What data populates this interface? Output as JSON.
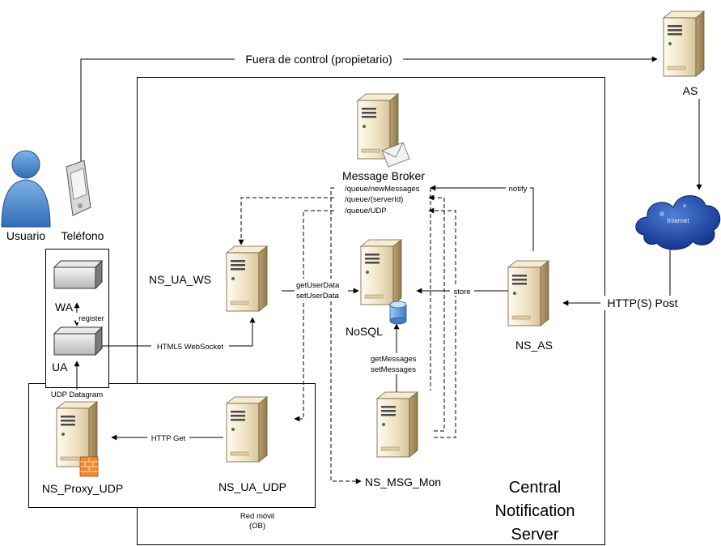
{
  "nodes": {
    "usuario": "Usuario",
    "telefono": "Teléfono",
    "as": "AS",
    "message_broker": "Message Broker",
    "ns_ua_ws": "NS_UA_WS",
    "nosql": "NoSQL",
    "ns_as": "NS_AS",
    "wa": "WA",
    "ua": "UA",
    "ns_proxy_udp": "NS_Proxy_UDP",
    "ns_ua_udp": "NS_UA_UDP",
    "ns_msg_mon": "NS_MSG_Mon",
    "internet": "Internet"
  },
  "edges": {
    "fuera_de_control": "Fuera de control (propietario)",
    "queue_new_messages": "/queue/newMessages",
    "queue_server_id": "/queue/(serverId)",
    "queue_udp": "/queue/UDP",
    "notify": "notify",
    "store": "store",
    "get_user_data": "getUserData",
    "set_user_data": "setUserData",
    "register": "register",
    "html5_websocket": "HTML5 WebSocket",
    "get_messages": "getMessages",
    "set_messages": "setMessages",
    "http_s_post": "HTTP(S) Post",
    "udp_datagram": "UDP Datagram",
    "http_get": "HTTP Get"
  },
  "regions": {
    "red_movil_line1": "Red móvil",
    "red_movil_line2": "(OB)",
    "central_line1": "Central",
    "central_line2": "Notification",
    "central_line3": "Server"
  }
}
